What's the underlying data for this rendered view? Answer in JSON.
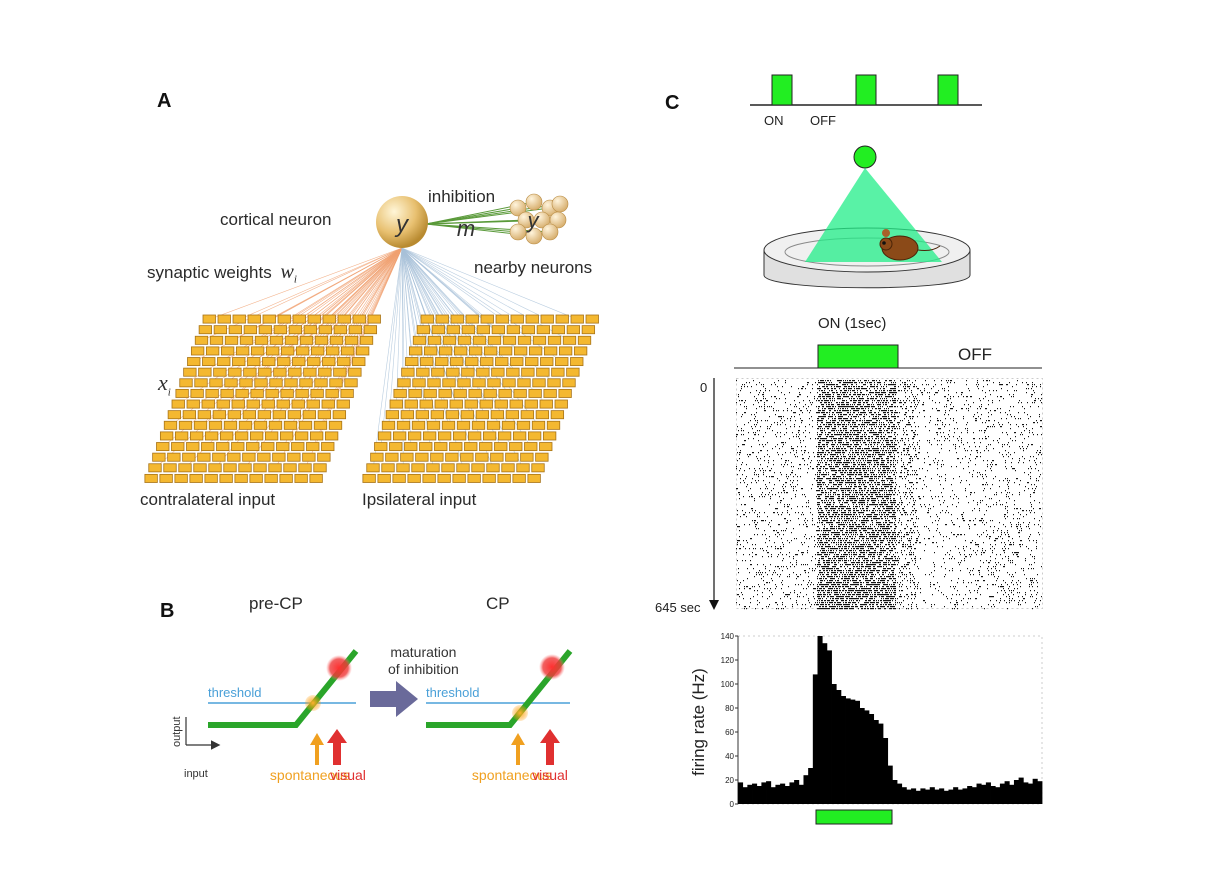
{
  "panelA": {
    "label": "A",
    "cortical_neuron": "cortical neuron",
    "neuron_symbol": "y",
    "inhibition": "inhibition",
    "inhibition_symbol": "m",
    "nearby_symbol": "y",
    "nearby_neurons": "nearby neurons",
    "synaptic_weights": "synaptic weights",
    "weights_symbol": "w",
    "weights_sub": "i",
    "input_symbol": "x",
    "input_sub": "i",
    "contralateral": "contralateral input",
    "ipsilateral": "Ipsilateral input",
    "colors": {
      "contra_lines": "#f0a070",
      "ipsi_lines": "#a8c0d8",
      "grid_cell": "#f4b830",
      "grid_border": "#a87418"
    }
  },
  "panelB": {
    "label": "B",
    "pre_cp": "pre-CP",
    "cp": "CP",
    "maturation_line1": "maturation",
    "maturation_line2": "of inhibition",
    "threshold": "threshold",
    "axis_output": "output",
    "axis_input": "input",
    "spontaneous": "spontaneous",
    "visual": "visual",
    "colors": {
      "curve": "#2aa52a",
      "threshold": "#4aa0d8",
      "spontaneous": "#f0a020",
      "visual": "#e03030",
      "arrow": "#6a6a9a"
    }
  },
  "panelC": {
    "label": "C",
    "on": "ON",
    "off": "OFF",
    "on_duration": "ON (1sec)",
    "off_label": "OFF",
    "raster_start": "0",
    "raster_end": "645 sec",
    "ylabel": "firing rate (Hz)",
    "colors": {
      "stimulus": "#22ee22"
    }
  },
  "chart_data": {
    "type": "bar",
    "ylabel": "firing rate (Hz)",
    "ylim": [
      0,
      140
    ],
    "yticks": [
      0,
      20,
      40,
      60,
      80,
      100,
      120,
      140
    ],
    "grid": false,
    "stimulus_on_bins": [
      16,
      30
    ],
    "values": [
      18,
      14,
      16,
      17,
      15,
      18,
      19,
      14,
      16,
      17,
      15,
      18,
      20,
      16,
      24,
      30,
      108,
      140,
      134,
      128,
      100,
      95,
      90,
      88,
      87,
      86,
      80,
      78,
      75,
      70,
      67,
      55,
      32,
      20,
      17,
      14,
      12,
      13,
      11,
      13,
      12,
      14,
      12,
      13,
      11,
      12,
      14,
      12,
      13,
      15,
      14,
      17,
      16,
      18,
      15,
      14,
      17,
      19,
      16,
      20,
      22,
      18,
      17,
      21,
      19
    ]
  }
}
